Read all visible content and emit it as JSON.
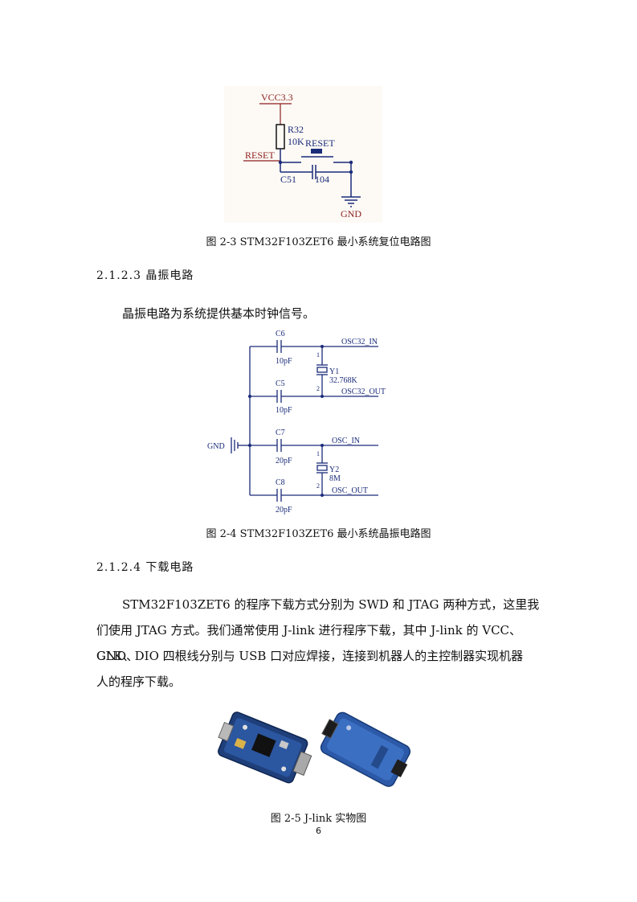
{
  "figure3": {
    "caption": "图 2-3  STM32F103ZET6 最小系统复位电路图",
    "labels": {
      "vcc": "VCC3.3",
      "r_name": "R32",
      "r_value": "10K",
      "reset_net": "RESET",
      "button": "RESET",
      "c_name": "C51",
      "c_value": "104",
      "gnd": "GND"
    }
  },
  "section_223": {
    "heading": "2.1.2.3  晶振电路",
    "paragraph": "晶振电路为系统提供基本时钟信号。"
  },
  "figure4": {
    "caption": "图 2-4  STM32F103ZET6 最小系统晶振电路图",
    "labels": {
      "c6": "C6",
      "c6_val": "10pF",
      "c5": "C5",
      "c5_val": "10pF",
      "c7": "C7",
      "c7_val": "20pF",
      "c8": "C8",
      "c8_val": "20pF",
      "y1": "Y1",
      "y1_val": "32.768K",
      "y2": "Y2",
      "y2_val": "8M",
      "osc32_in": "OSC32_IN",
      "osc32_out": "OSC32_OUT",
      "osc_in": "OSC_IN",
      "osc_out": "OSC_OUT",
      "gnd": "GND",
      "pin1": "1",
      "pin2": "2"
    }
  },
  "section_224": {
    "heading": "2.1.2.4  下载电路",
    "lines": [
      "STM32F103ZET6 的程序下载方式分别为 SWD  和  JTAG  两种方式，这里我",
      "们使用 JTAG 方式。我们通常使用 J-link 进行程序下载，其中 J-link 的 VCC、GND、",
      "CLK、DIO 四根线分别与 USB 口对应焊接，连接到机器人的主控制器实现机器",
      "人的程序下载。"
    ]
  },
  "figure5": {
    "caption": "图 2-5  J-link 实物图"
  },
  "page_number": "6"
}
